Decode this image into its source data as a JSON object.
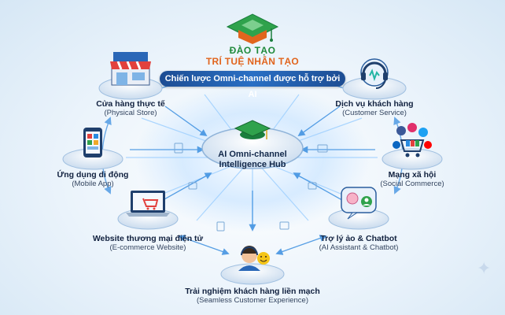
{
  "header": {
    "brand_line1": "ĐÀO TẠO",
    "brand_line2": "TRÍ TUỆ NHÂN TẠO",
    "banner": "Chiến lược Omni-channel được hỗ trợ bởi AI"
  },
  "hub": {
    "line1": "AI Omni-channel",
    "line2": "Intelligence Hub"
  },
  "nodes": {
    "store": {
      "title": "Cửa hàng thực tế",
      "subtitle": "(Physical Store)"
    },
    "service": {
      "title": "Dịch vụ khách hàng",
      "subtitle": "(Customer Service)"
    },
    "mobile": {
      "title": "Ứng dụng di động",
      "subtitle": "(Mobile App)"
    },
    "social": {
      "title": "Mạng xã hội",
      "subtitle": "(Social Commerce)"
    },
    "web": {
      "title": "Website thương mại điện tử",
      "subtitle": "(E-commerce Website)"
    },
    "chatbot": {
      "title": "Trợ lý ảo & Chatbot",
      "subtitle": "(AI Assistant & Chatbot)"
    },
    "experience": {
      "title": "Trải nghiệm khách hàng liền mạch",
      "subtitle": "(Seamless Customer Experience)"
    }
  },
  "colors": {
    "brand_green": "#1f8a3b",
    "brand_orange": "#e1651e",
    "banner_blue": "#1d4d93",
    "link_blue": "#3b8fe0"
  },
  "icons": [
    "graduation-cap-logo",
    "storefront-icon",
    "headset-icon",
    "smartphone-shop-icon",
    "social-cart-icon",
    "laptop-cart-icon",
    "chatbot-brain-icon",
    "customer-agent-icon"
  ]
}
